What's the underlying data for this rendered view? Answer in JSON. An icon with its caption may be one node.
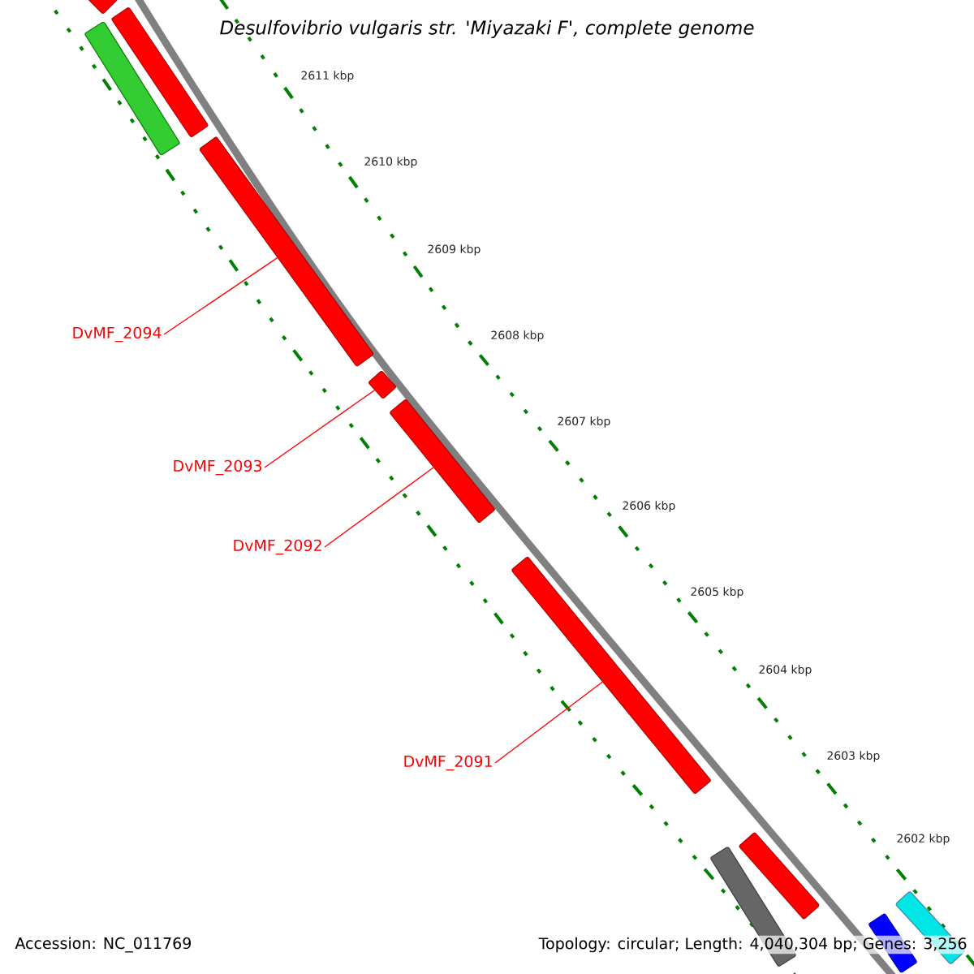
{
  "diagram": {
    "title": "Desulfovibrio vulgaris str. 'Miyazaki F', complete genome",
    "nodes": [
      {
        "text": [],
        "shape": "bar"
      },
      {
        "text": [],
        "shape": "bar"
      },
      {
        "text": [],
        "shape": "bar"
      },
      {
        "text": [],
        "shape": "bar"
      },
      {
        "text": [],
        "shape": "bar"
      },
      {
        "text": [],
        "shape": "bar"
      },
      {
        "text": [],
        "shape": "bar"
      },
      {
        "text": [],
        "shape": "bar"
      },
      {
        "text": [],
        "shape": "bar"
      },
      {
        "text": [],
        "shape": "bar"
      },
      {
        "text": [],
        "shape": "bar"
      },
      {
        "text": [
          "DvMF_2094"
        ]
      },
      {
        "text": [
          "DvMF_2093"
        ]
      },
      {
        "text": [
          "DvMF_2092"
        ]
      },
      {
        "text": [
          "DvMF_2091"
        ]
      }
    ],
    "edges": [
      {
        "from": 11,
        "to": 3,
        "arrow": "none"
      },
      {
        "from": 12,
        "to": 4,
        "arrow": "none"
      },
      {
        "from": 13,
        "to": 5,
        "arrow": "none"
      },
      {
        "from": 14,
        "to": 6,
        "arrow": "none"
      }
    ],
    "labels": [
      "2611 kbp",
      "2610 kbp",
      "2609 kbp",
      "2608 kbp",
      "2607 kbp",
      "2606 kbp",
      "2605 kbp",
      "2604 kbp",
      "2603 kbp",
      "2602 kbp",
      "Accession: NC_011769",
      "Topology: circular; Length: 4,040,304 bp; Genes: 3,256"
    ]
  }
}
